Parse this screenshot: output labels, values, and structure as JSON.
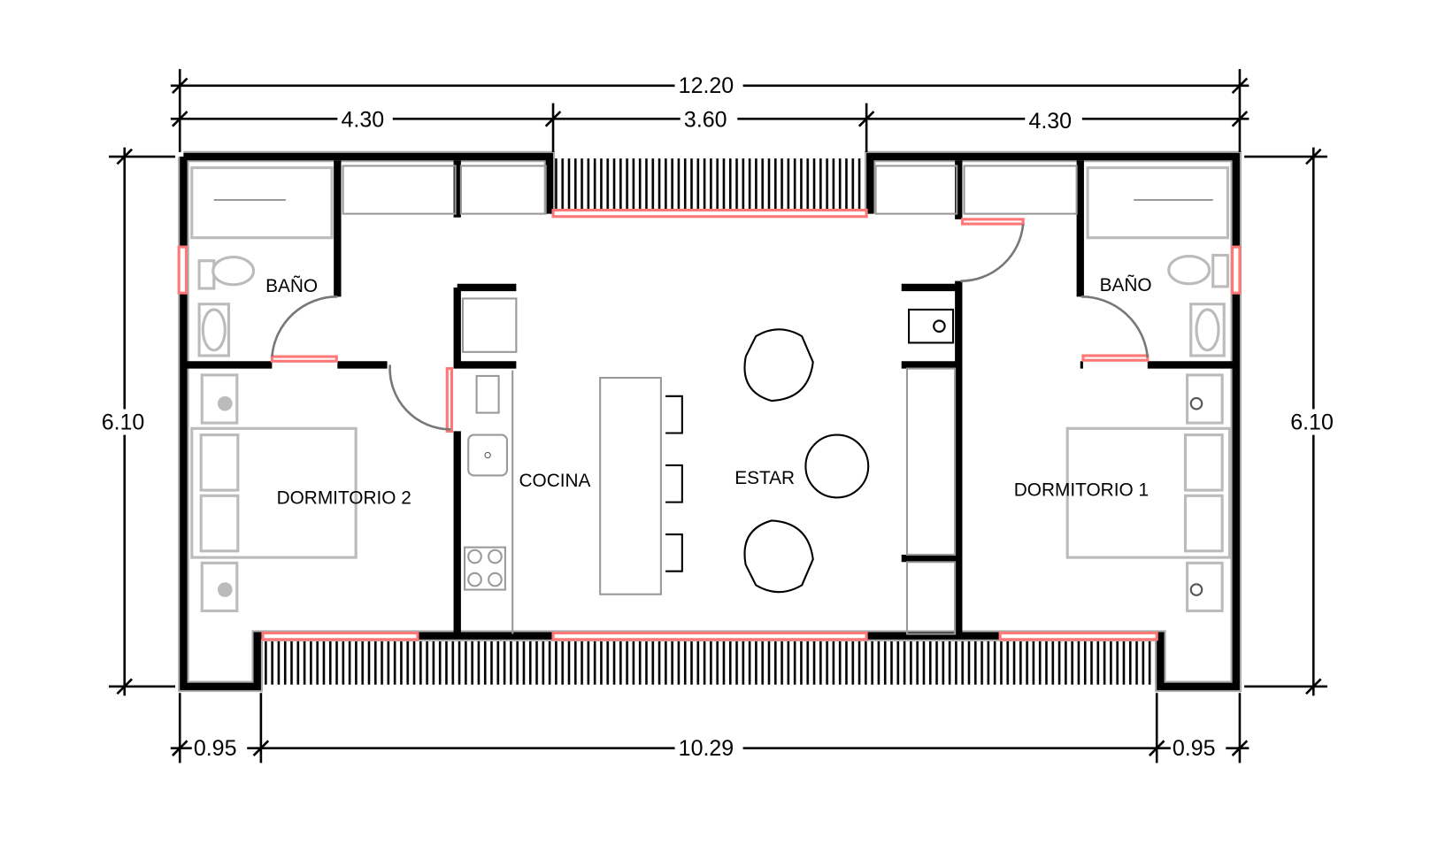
{
  "dimensions": {
    "total_width": "12.20",
    "left_module": "4.30",
    "center_module": "3.60",
    "right_module": "4.30",
    "height_left": "6.10",
    "height_right": "6.10",
    "bottom_left": "0.95",
    "bottom_center": "10.29",
    "bottom_right": "0.95"
  },
  "rooms": {
    "bath_left": "BAÑO",
    "bath_right": "BAÑO",
    "bedroom_2": "DORMITORIO 2",
    "bedroom_1": "DORMITORIO 1",
    "kitchen": "COCINA",
    "living": "ESTAR"
  },
  "colors": {
    "wall": "#000000",
    "window": "#ff7777",
    "furniture": "#999999"
  }
}
